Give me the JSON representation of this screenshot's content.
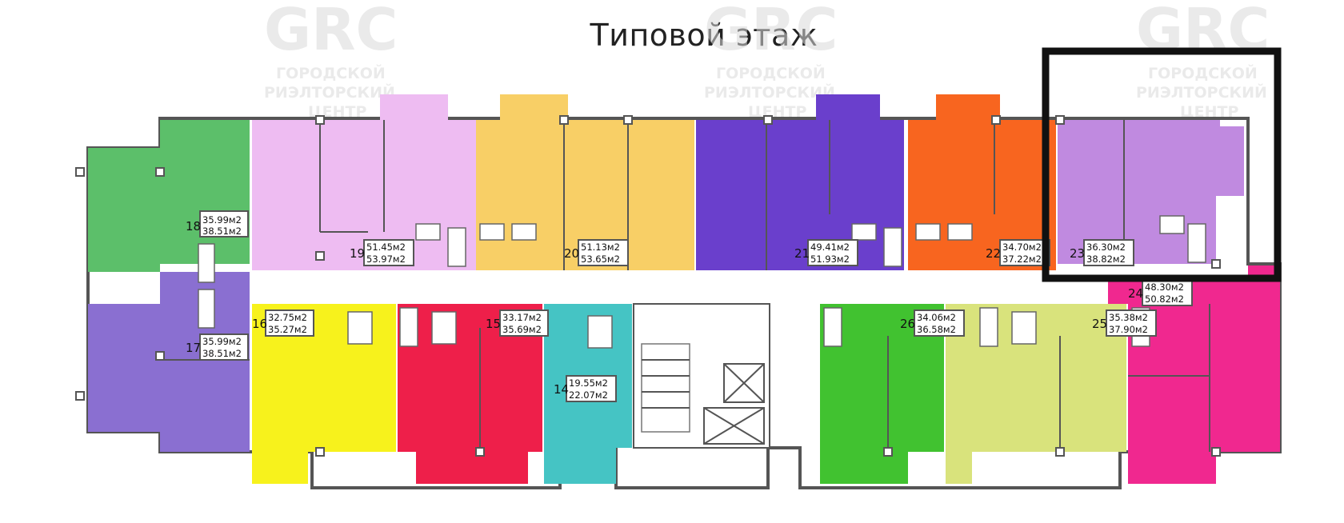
{
  "title": "Типовой этаж",
  "watermark": {
    "logo": "GRC",
    "line1": "ГОРОДСКОЙ",
    "line2": "РИЭЛТОРСКИЙ",
    "line3": "ЦЕНТР"
  },
  "highlighted_unit": "23",
  "units": [
    {
      "id": "14",
      "number": "14",
      "area1": "19.55м2",
      "area2": "22.07м2",
      "color": "#45c4c4"
    },
    {
      "id": "15",
      "number": "15",
      "area1": "33.17м2",
      "area2": "35.69м2",
      "color": "#ee1f4a"
    },
    {
      "id": "16",
      "number": "16",
      "area1": "32.75м2",
      "area2": "35.27м2",
      "color": "#f7f21c"
    },
    {
      "id": "17",
      "number": "17",
      "area1": "35.99м2",
      "area2": "38.51м2",
      "color": "#8a6fd1"
    },
    {
      "id": "18",
      "number": "18",
      "area1": "35.99м2",
      "area2": "38.51м2",
      "color": "#5cbf6a"
    },
    {
      "id": "19",
      "number": "19",
      "area1": "51.45м2",
      "area2": "53.97м2",
      "color": "#eebcf2"
    },
    {
      "id": "20",
      "number": "20",
      "area1": "51.13м2",
      "area2": "53.65м2",
      "color": "#f8cf66"
    },
    {
      "id": "21",
      "number": "21",
      "area1": "49.41м2",
      "area2": "51.93м2",
      "color": "#6a3fcc"
    },
    {
      "id": "22",
      "number": "22",
      "area1": "34.70м2",
      "area2": "37.22м2",
      "color": "#f8651f"
    },
    {
      "id": "23",
      "number": "23",
      "area1": "36.30м2",
      "area2": "38.82м2",
      "color": "#c08ae0"
    },
    {
      "id": "24",
      "number": "24",
      "area1": "48.30м2",
      "area2": "50.82м2",
      "color": "#f0288f"
    },
    {
      "id": "25",
      "number": "25",
      "area1": "35.38м2",
      "area2": "37.90м2",
      "color": "#d9e37c"
    },
    {
      "id": "26",
      "number": "26",
      "area1": "34.06м2",
      "area2": "36.58м2",
      "color": "#41c230"
    }
  ]
}
